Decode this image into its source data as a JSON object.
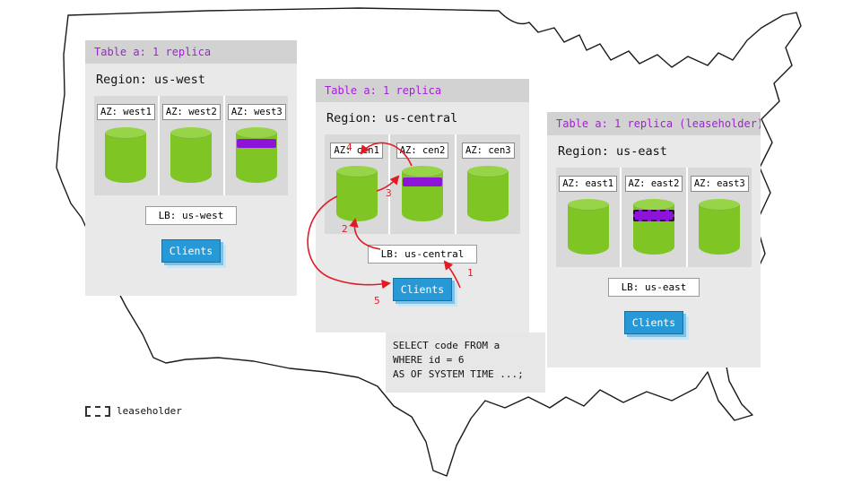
{
  "colors": {
    "table_label_purple": "#a21fd6",
    "replica_band_purple": "#8d13d8",
    "cylinder_green": "#7fc625",
    "clients_blue": "#2699d6",
    "arrow_red": "#e01b24"
  },
  "regions": [
    {
      "table_label": "Table a: 1 replica",
      "region_label": "Region: us-west",
      "azs": [
        {
          "label": "AZ: west1",
          "replica": false,
          "leaseholder": false
        },
        {
          "label": "AZ: west2",
          "replica": false,
          "leaseholder": false
        },
        {
          "label": "AZ: west3",
          "replica": true,
          "leaseholder": false
        }
      ],
      "lb_label": "LB: us-west",
      "clients_label": "Clients"
    },
    {
      "table_label": "Table a: 1 replica",
      "region_label": "Region: us-central",
      "azs": [
        {
          "label": "AZ: cen1",
          "replica": false,
          "leaseholder": false
        },
        {
          "label": "AZ: cen2",
          "replica": true,
          "leaseholder": false
        },
        {
          "label": "AZ: cen3",
          "replica": false,
          "leaseholder": false
        }
      ],
      "lb_label": "LB: us-central",
      "clients_label": "Clients"
    },
    {
      "table_label": "Table a: 1 replica (leaseholder)",
      "region_label": "Region: us-east",
      "azs": [
        {
          "label": "AZ: east1",
          "replica": false,
          "leaseholder": false
        },
        {
          "label": "AZ: east2",
          "replica": true,
          "leaseholder": true
        },
        {
          "label": "AZ: east3",
          "replica": false,
          "leaseholder": false
        }
      ],
      "lb_label": "LB: us-east",
      "clients_label": "Clients"
    }
  ],
  "query": {
    "lines": [
      "SELECT code FROM a",
      "WHERE id = 6",
      "AS OF SYSTEM TIME ...;"
    ]
  },
  "flow": {
    "steps": [
      "1",
      "2",
      "3",
      "4",
      "5"
    ]
  },
  "legend": {
    "label": "leaseholder"
  }
}
